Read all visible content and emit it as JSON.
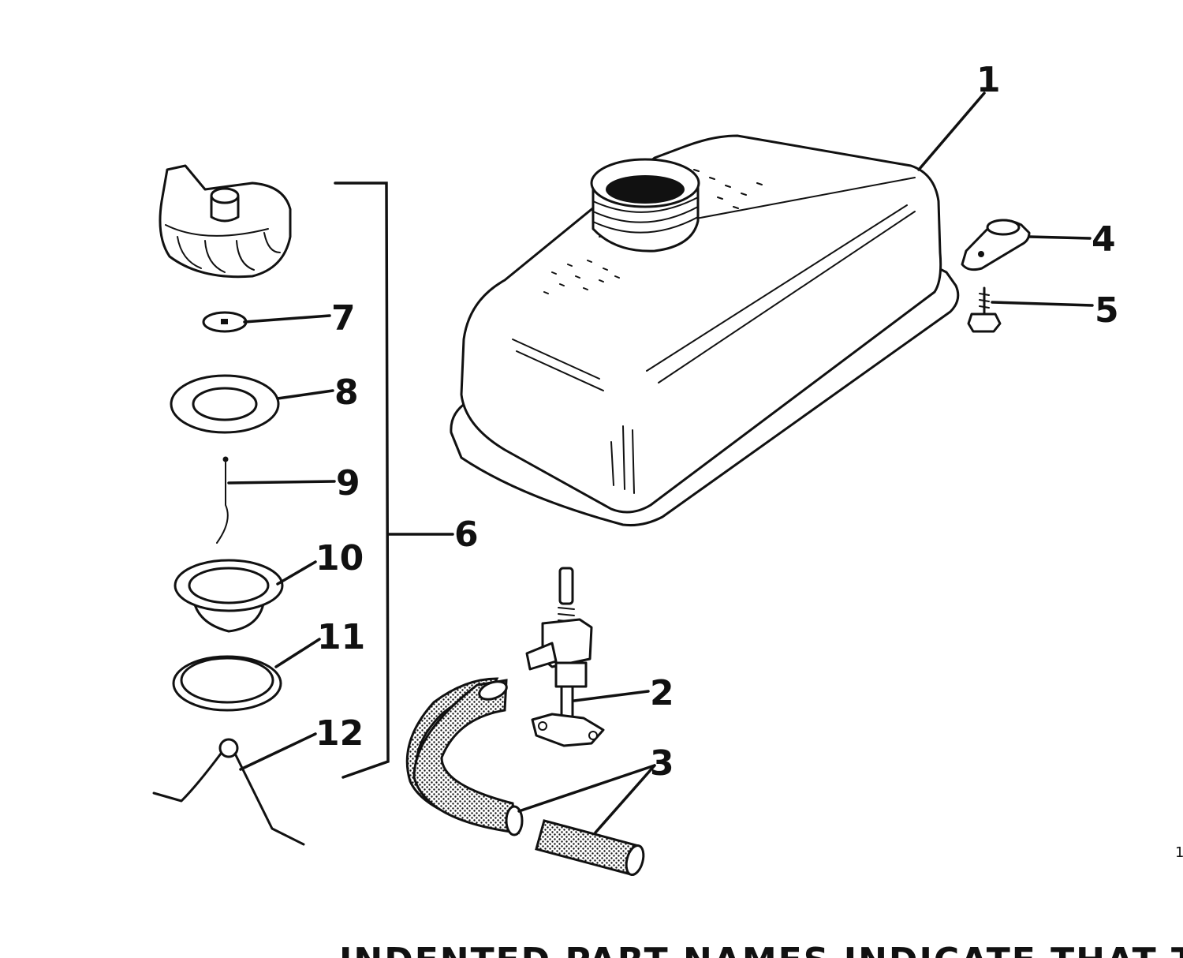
{
  "callouts": {
    "c1": "1",
    "c2": "2",
    "c3": "3",
    "c4": "4",
    "c5": "5",
    "c6": "6",
    "c7": "7",
    "c8": "8",
    "c9": "9",
    "c10": "10",
    "c11": "11",
    "c12": "12"
  },
  "corner_mark": "1",
  "footer_text": "INDENTED PART NAMES INDICATE THAT T"
}
